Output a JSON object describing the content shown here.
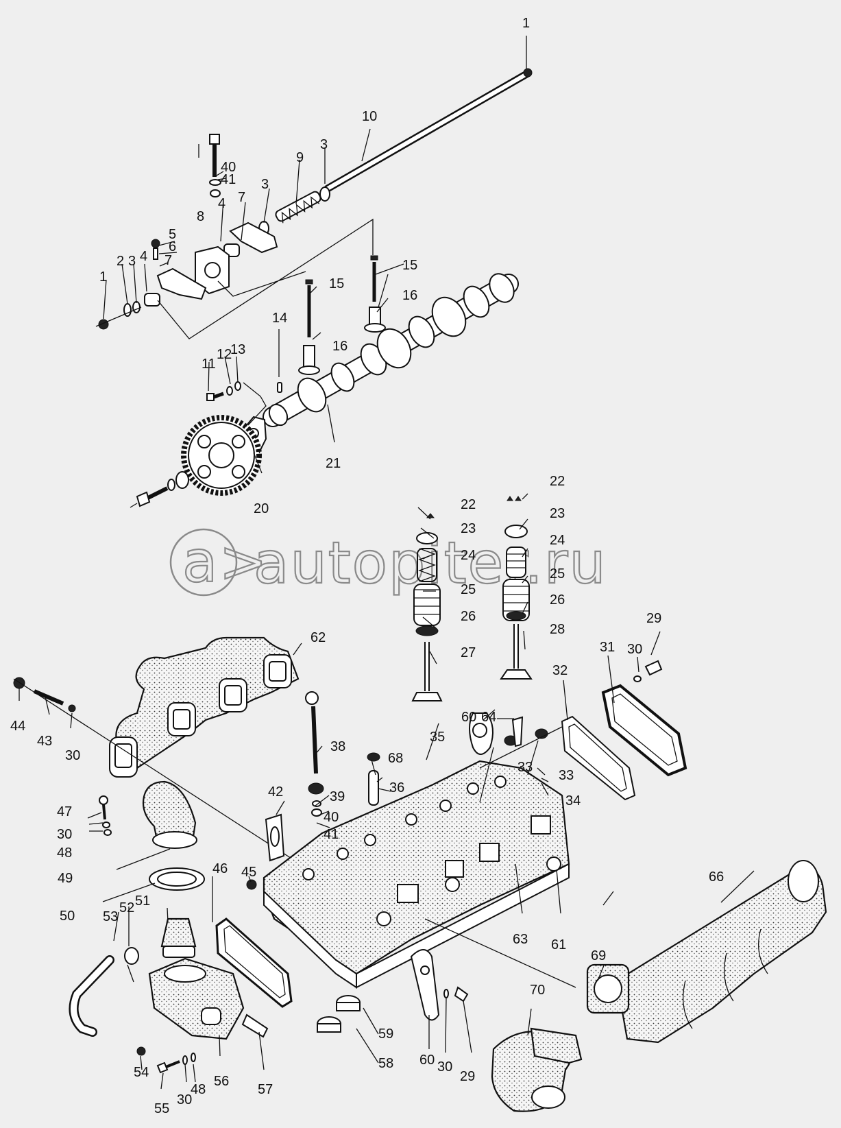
{
  "watermark": {
    "text": "autopiter.ru",
    "icon": "arrow-circle-logo"
  },
  "corner_note": "",
  "part_numbers": [
    "1",
    "10",
    "3",
    "9",
    "40",
    "41",
    "3",
    "4",
    "7",
    "8",
    "5",
    "6",
    "7",
    "2",
    "3",
    "4",
    "1",
    "15",
    "15",
    "16",
    "16",
    "14",
    "11",
    "12",
    "13",
    "21",
    "20",
    "22",
    "23",
    "24",
    "25",
    "26",
    "27",
    "22",
    "23",
    "24",
    "25",
    "26",
    "28",
    "62",
    "29",
    "31",
    "30",
    "32",
    "44",
    "43",
    "30",
    "60",
    "64",
    "35",
    "68",
    "33",
    "33",
    "34",
    "38",
    "36",
    "39",
    "40",
    "41",
    "42",
    "47",
    "30",
    "48",
    "49",
    "45",
    "46",
    "66",
    "50",
    "51",
    "52",
    "53",
    "63",
    "61",
    "69",
    "70",
    "60",
    "30",
    "29",
    "59",
    "58",
    "54",
    "55",
    "30",
    "48",
    "56",
    "57"
  ]
}
